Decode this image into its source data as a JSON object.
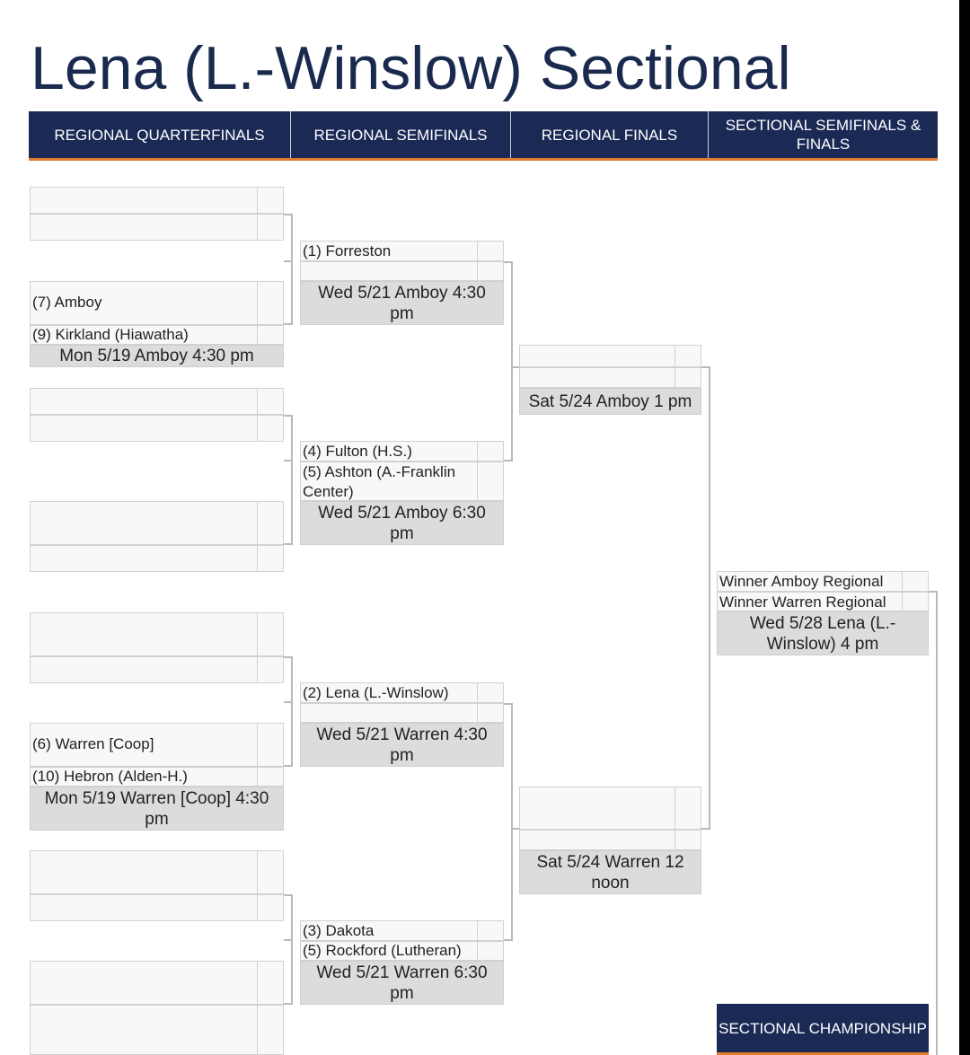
{
  "title": "Lena (L.-Winslow) Sectional",
  "headers": [
    "REGIONAL QUARTERFINALS",
    "REGIONAL SEMIFINALS",
    "REGIONAL FINALS",
    "SECTIONAL SEMIFINALS & FINALS"
  ],
  "quarterfinals": {
    "game1": {
      "team_top": "(7) Amboy",
      "team_bottom": "(9) Kirkland (Hiawatha)",
      "info": "Mon 5/19 Amboy 4:30 pm"
    },
    "game2": {
      "team_top": "(6) Warren [Coop]",
      "team_bottom": "(10) Hebron (Alden-H.)",
      "info": "Mon 5/19 Warren [Coop] 4:30 pm"
    }
  },
  "semifinals": {
    "game1": {
      "team_top": "(1) Forreston",
      "team_bottom": "",
      "info": "Wed 5/21 Amboy 4:30 pm"
    },
    "game2": {
      "team_top": "(4) Fulton (H.S.)",
      "team_bottom": "(5) Ashton (A.-Franklin Center)",
      "info": "Wed 5/21 Amboy 6:30 pm"
    },
    "game3": {
      "team_top": "(2) Lena (L.-Winslow)",
      "team_bottom": "",
      "info": "Wed 5/21 Warren 4:30 pm"
    },
    "game4": {
      "team_top": "(3) Dakota",
      "team_bottom": "(5) Rockford (Lutheran)",
      "info": "Wed 5/21 Warren 6:30 pm"
    }
  },
  "finals": {
    "game1": {
      "info": "Sat 5/24 Amboy 1 pm"
    },
    "game2": {
      "info": "Sat 5/24 Warren 12 noon"
    }
  },
  "sectional": {
    "semifinal": {
      "team_top": "Winner Amboy Regional",
      "team_bottom": "Winner Warren Regional",
      "info": "Wed 5/28 Lena (L.-Winslow) 4 pm"
    },
    "championship_label": "SECTIONAL CHAMPIONSHIP"
  },
  "colors": {
    "header_bg": "#1b2a55",
    "accent": "#e07a2e",
    "title": "#1a2a4f"
  }
}
